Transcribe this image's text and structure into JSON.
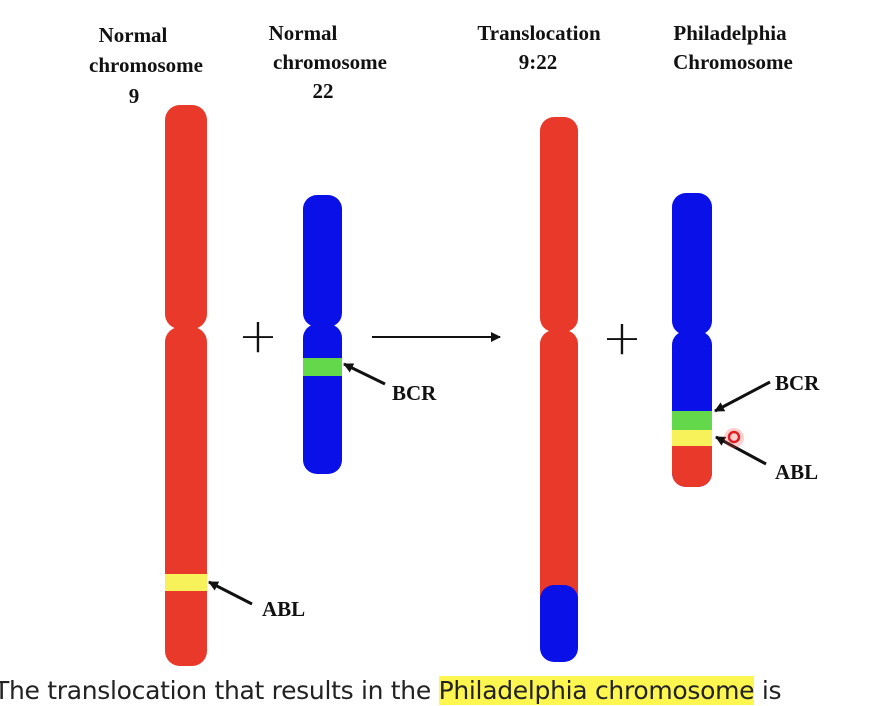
{
  "labels": {
    "chr9": [
      "Normal",
      "chromosome",
      "9"
    ],
    "chr22": [
      "Normal",
      "chromosome",
      "22"
    ],
    "translocation": [
      "Translocation",
      "9:22"
    ],
    "philadelphia": [
      "Philadelphia",
      "Chromosome"
    ]
  },
  "genes": {
    "bcr": "BCR",
    "abl": "ABL"
  },
  "symbols": {
    "plus": "+"
  },
  "caption": {
    "before": "The translocation that results in the ",
    "highlight": "Philadelphia chromosome",
    "after": " is"
  },
  "colors": {
    "chr9": "#e8392a",
    "chr22": "#0a10e8",
    "bcr": "#62d84a",
    "abl": "#f8f25a"
  }
}
